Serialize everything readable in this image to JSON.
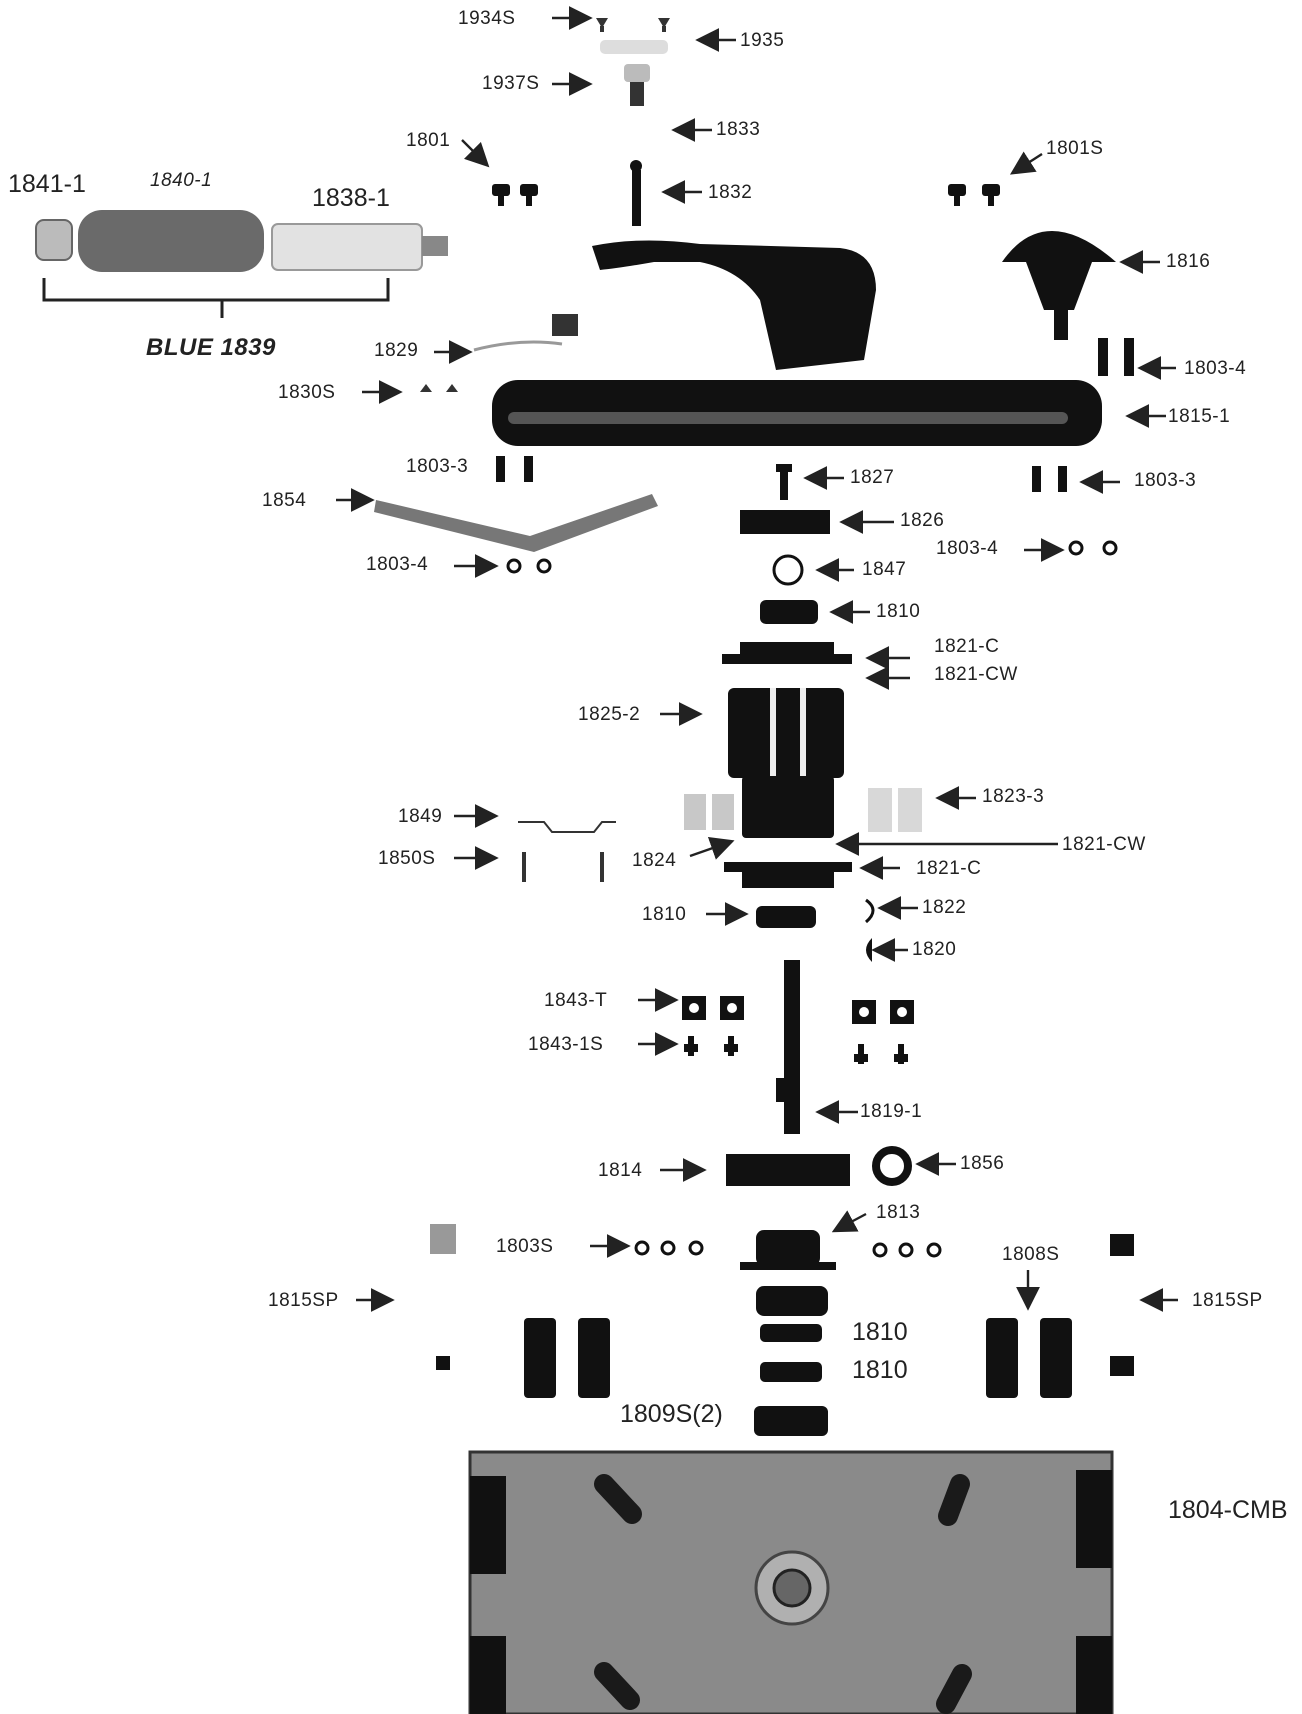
{
  "labels": {
    "p1934s": "1934S",
    "p1935": "1935",
    "p1937s": "1937S",
    "p1833": "1833",
    "p1801": "1801",
    "p1801s": "1801S",
    "p1832": "1832",
    "p1841_1": "1841-1",
    "p1840_1": "1840-1",
    "p1838_1": "1838-1",
    "blue1839": "BLUE 1839",
    "p1816": "1816",
    "p1829": "1829",
    "p1803_4a": "1803-4",
    "p1830s": "1830S",
    "p1815_1": "1815-1",
    "p1803_3a": "1803-3",
    "p1827": "1827",
    "p1803_3b": "1803-3",
    "p1854": "1854",
    "p1826": "1826",
    "p1803_4b": "1803-4",
    "p1803_4c": "1803-4",
    "p1847": "1847",
    "p1810a": "1810",
    "p1821_c_top": "1821-C",
    "p1821_cw_top": "1821-CW",
    "p1825_2": "1825-2",
    "p1823_3": "1823-3",
    "p1849": "1849",
    "p1821_cw_bot": "1821-CW",
    "p1850s": "1850S",
    "p1824": "1824",
    "p1821_c_bot": "1821-C",
    "p1822": "1822",
    "p1810b": "1810",
    "p1820": "1820",
    "p1843_t": "1843-T",
    "p1843_1s": "1843-1S",
    "p1819_1": "1819-1",
    "p1814": "1814",
    "p1856": "1856",
    "p1813": "1813",
    "p1803s": "1803S",
    "p1808s": "1808S",
    "p1815sp_l": "1815SP",
    "p1815sp_r": "1815SP",
    "p1810c": "1810",
    "p1810d": "1810",
    "p1809s": "1809S(2)",
    "p1804_cmb": "1804-CMB"
  },
  "colors": {
    "ink": "#111111",
    "chrome": "#bbbbbb",
    "board": "#8a8a8a",
    "background": "#ffffff"
  }
}
